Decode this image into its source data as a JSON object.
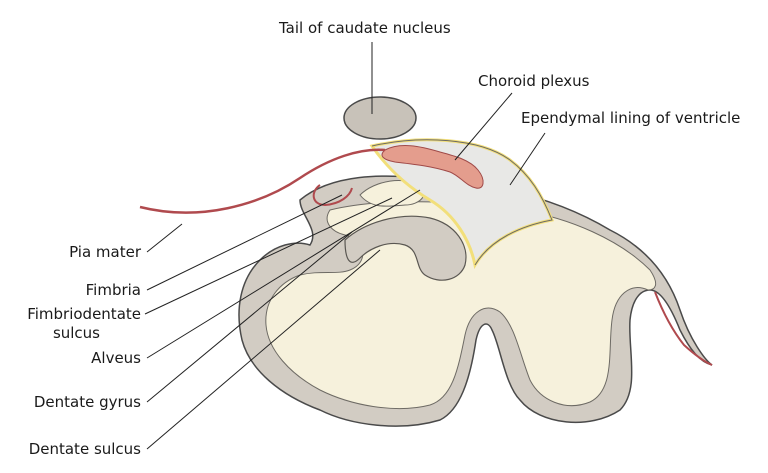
{
  "labels": {
    "tail_caudate": "Tail of caudate nucleus",
    "choroid_plexus": "Choroid plexus",
    "ependymal": "Ependymal lining of ventricle",
    "pia_mater": "Pia mater",
    "fimbria": "Fimbria",
    "fimbriodentate_line1": "Fimbriodentate",
    "fimbriodentate_line2": "sulcus",
    "alveus": "Alveus",
    "dentate_gyrus": "Dentate gyrus",
    "dentate_sulcus": "Dentate sulcus"
  },
  "colors": {
    "outline": "#4a4a4a",
    "cortex_gray": "#d2ccc3",
    "white_matter": "#f6f1dc",
    "caudate": "#c8c2b9",
    "ventricle": "#e8e8e6",
    "ependyma": "#f2df7a",
    "pia": "#b04a4e",
    "plexus": "#e49d8d"
  }
}
